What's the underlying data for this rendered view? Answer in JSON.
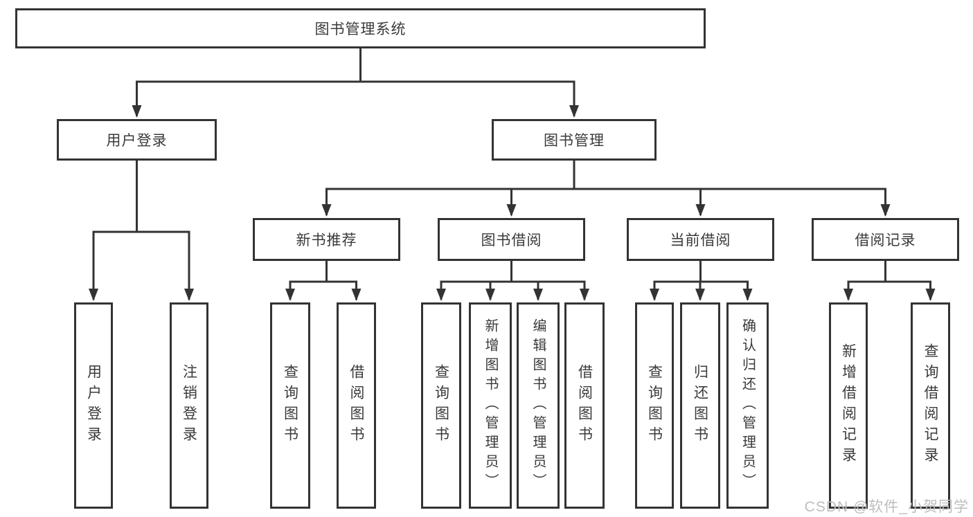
{
  "diagram": {
    "root": {
      "label": "图书管理系统"
    },
    "branches": [
      {
        "label": "用户登录",
        "children": [
          {
            "label": "用户登录"
          },
          {
            "label": "注销登录"
          }
        ]
      },
      {
        "label": "图书管理",
        "children": [
          {
            "label": "新书推荐",
            "children": [
              {
                "label": "查询图书"
              },
              {
                "label": "借阅图书"
              }
            ]
          },
          {
            "label": "图书借阅",
            "children": [
              {
                "label": "查询图书"
              },
              {
                "label": "新增图书（管理员）"
              },
              {
                "label": "编辑图书（管理员）"
              },
              {
                "label": "借阅图书"
              }
            ]
          },
          {
            "label": "当前借阅",
            "children": [
              {
                "label": "查询图书"
              },
              {
                "label": "归还图书"
              },
              {
                "label": "确认归还（管理员）"
              }
            ]
          },
          {
            "label": "借阅记录",
            "children": [
              {
                "label": "新增借阅记录"
              },
              {
                "label": "查询借阅记录"
              }
            ]
          }
        ]
      }
    ]
  },
  "watermark": {
    "text": "CSDN @软件_小贺同学"
  },
  "colors": {
    "line": "#333333",
    "box_fill": "#ffffff",
    "text": "#3a3a3a",
    "watermark": "#bdbdbd",
    "background": "#ffffff"
  }
}
